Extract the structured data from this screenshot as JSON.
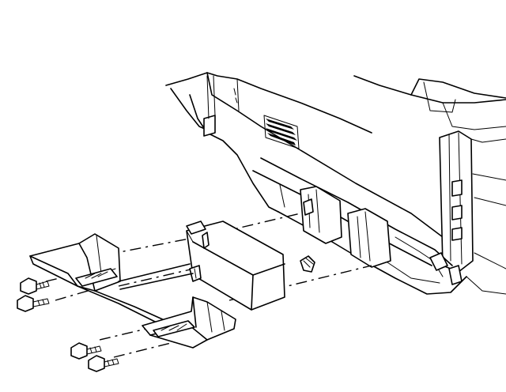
{
  "diagram": {
    "type": "exploded-assembly-line-drawing",
    "labels": [],
    "parts": [
      "vehicle-body-structure",
      "floor-rocker-rail",
      "mounting-bracket-front",
      "mounting-bracket-rear",
      "module-box",
      "bolt",
      "clip",
      "vent-grille"
    ],
    "bolt_count": 4,
    "line_color": "#000000",
    "background_color": "#ffffff"
  }
}
